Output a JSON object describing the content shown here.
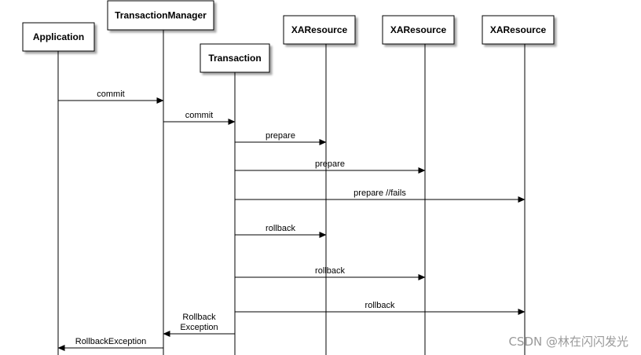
{
  "participants": [
    {
      "id": "app",
      "label": "Application"
    },
    {
      "id": "tm",
      "label": "TransactionManager"
    },
    {
      "id": "tx",
      "label": "Transaction"
    },
    {
      "id": "xa1",
      "label": "XAResource"
    },
    {
      "id": "xa2",
      "label": "XAResource"
    },
    {
      "id": "xa3",
      "label": "XAResource"
    }
  ],
  "messages": [
    {
      "from": "app",
      "to": "tm",
      "lines": [
        "commit"
      ]
    },
    {
      "from": "tm",
      "to": "tx",
      "lines": [
        "commit"
      ]
    },
    {
      "from": "tx",
      "to": "xa1",
      "lines": [
        "prepare"
      ]
    },
    {
      "from": "tx",
      "to": "xa2",
      "lines": [
        "prepare"
      ]
    },
    {
      "from": "tx",
      "to": "xa3",
      "lines": [
        "prepare //fails"
      ]
    },
    {
      "from": "tx",
      "to": "xa1",
      "lines": [
        "rollback"
      ]
    },
    {
      "from": "tx",
      "to": "xa2",
      "lines": [
        "rollback"
      ]
    },
    {
      "from": "tx",
      "to": "xa3",
      "lines": [
        "rollback"
      ]
    },
    {
      "from": "tx",
      "to": "tm",
      "lines": [
        "Rollback",
        "Exception"
      ]
    },
    {
      "from": "tm",
      "to": "app",
      "lines": [
        "RollbackException"
      ]
    }
  ],
  "watermark": "CSDN @林在闪闪发光"
}
